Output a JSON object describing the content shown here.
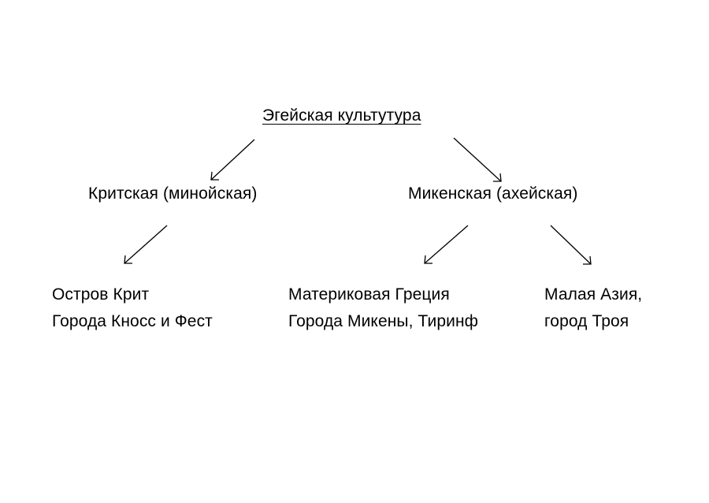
{
  "root": {
    "label": "Эгейская культутура"
  },
  "branches": {
    "minoan": {
      "label": "Критская (минойская)"
    },
    "mycenaean": {
      "label": "Микенская (ахейская)"
    }
  },
  "leaves": {
    "crete": {
      "line1": "Остров Крит",
      "line2": "Города Кносс и Фест"
    },
    "mainland": {
      "line1": "Материковая Греция",
      "line2": "Города Микены, Тиринф"
    },
    "asia": {
      "line1": "Малая Азия,",
      "line2": "город Троя"
    }
  },
  "colors": {
    "text": "#000000",
    "background": "#ffffff"
  }
}
